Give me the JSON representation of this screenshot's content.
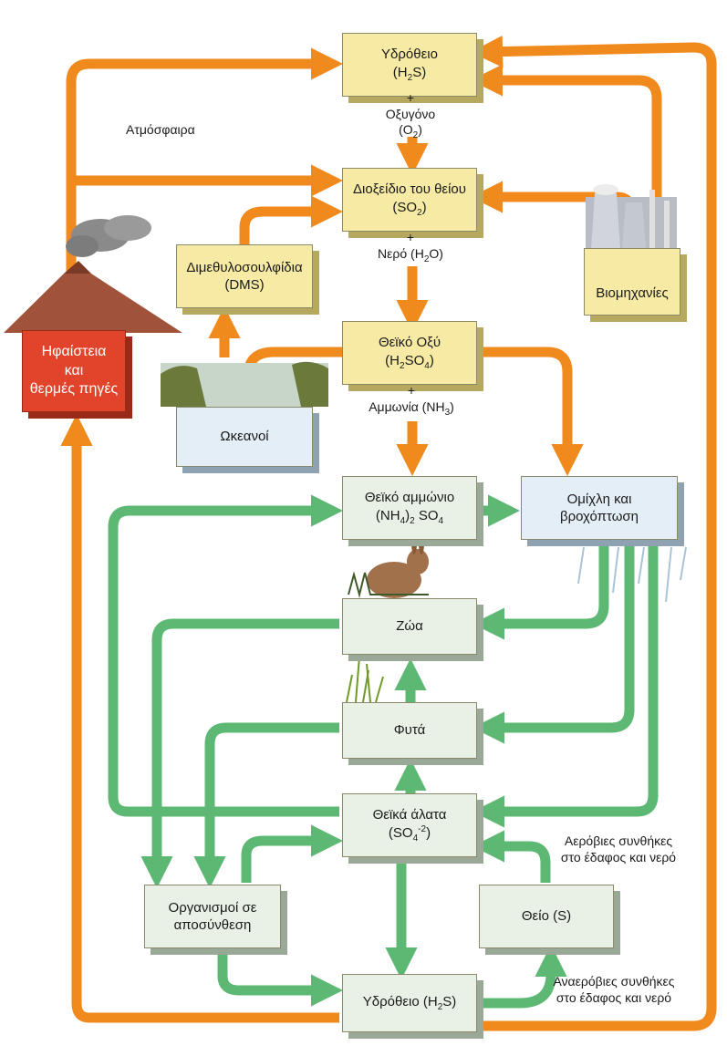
{
  "boxes": {
    "h2s_top": {
      "line1": "Υδρόθειο",
      "line2": "(H",
      "sub": "2",
      "line2b": "S)"
    },
    "so2": {
      "line1": "Διοξείδιο του θείου",
      "line2": "(SO",
      "sub": "2",
      "line2b": ")"
    },
    "dms": {
      "line1": "Διμεθυλοσουλφίδια",
      "line2": "(DMS)"
    },
    "industry": {
      "label": "Βιομηχανίες"
    },
    "volcano": {
      "line1": "Ηφαίστεια",
      "line2": "και",
      "line3": "θερμές πηγές"
    },
    "h2so4": {
      "line1": "Θεϊκό Οξύ",
      "line2": "(H",
      "sub1": "2",
      "mid": "SO",
      "sub2": "4",
      "line2b": ")"
    },
    "oceans": {
      "label": "Ωκεανοί"
    },
    "ammonium_sulfate": {
      "line1": "Θεϊκό αμμώνιο",
      "line2a": "(NH",
      "sub1": "4",
      "line2b": ")",
      "sub2": "2",
      "line2c": " SO",
      "sub3": "4",
      "line2d": ")"
    },
    "fog": {
      "line1": "Ομίχλη και",
      "line2": "βροχόπτωση"
    },
    "animals": {
      "label": "Ζώα"
    },
    "plants": {
      "label": "Φυτά"
    },
    "sulfate_salts": {
      "line1": "Θεϊκά άλατα",
      "line2a": "(SO",
      "sub": "4",
      "sup": "-2",
      "line2b": ")"
    },
    "decomposers": {
      "line1": "Οργανισμοί σε",
      "line2": "αποσύνθεση"
    },
    "sulfur": {
      "line1": "Θείο (S)"
    },
    "h2s_bottom": {
      "line1": "Υδρόθειο (H",
      "sub": "2",
      "line1b": "S)"
    }
  },
  "labels": {
    "atmosphere": "Ατμόσφαιρα",
    "plus1": "+",
    "oxygen_a": "Οξυγόνο",
    "oxygen_b": "(O",
    "oxygen_sub": "2",
    "oxygen_c": ")",
    "plus2": "+",
    "water_a": "Νερό (H",
    "water_sub": "2",
    "water_b": "O)",
    "plus3": "+",
    "ammonia_a": "Αμμωνία (NH",
    "ammonia_sub": "3",
    "ammonia_b": ")",
    "aerobic_l1": "Αερόβιες συνθήκες",
    "aerobic_l2": "στο έδαφος και νερό",
    "anaerobic_l1": "Αναερόβιες συνθήκες",
    "anaerobic_l2": "στο έδαφος και νερό"
  },
  "colors": {
    "orange_arrow": "#f08a1c",
    "green_arrow": "#5db873",
    "sulfur_box": "#f6eaa4",
    "green_box": "#e9f1e6",
    "volcano_box": "#e2432b",
    "ocean_box": "#e3eef6"
  }
}
